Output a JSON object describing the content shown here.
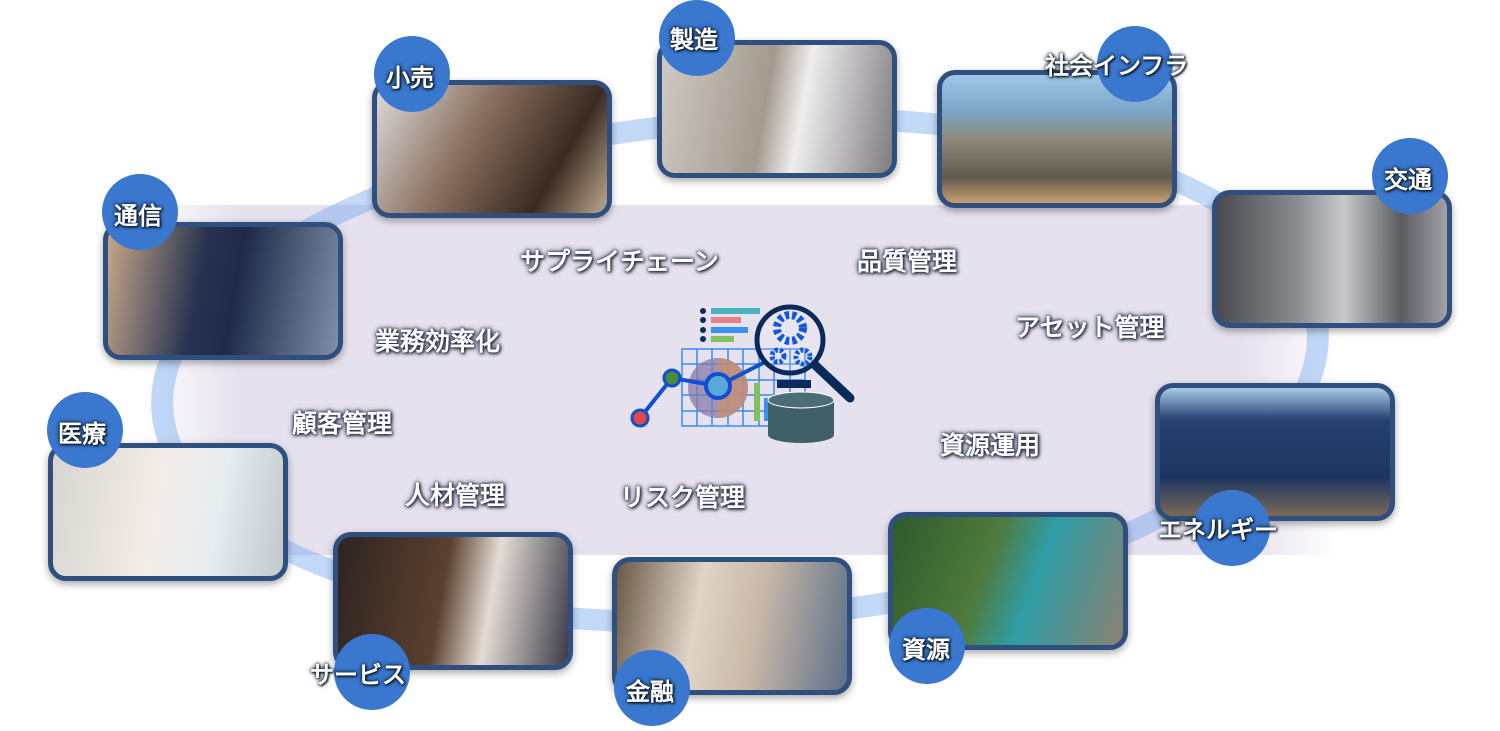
{
  "industries": [
    {
      "label": "小売"
    },
    {
      "label": "製造"
    },
    {
      "label": "社会インフラ"
    },
    {
      "label": "交通"
    },
    {
      "label": "エネルギー"
    },
    {
      "label": "資源"
    },
    {
      "label": "金融"
    },
    {
      "label": "サービス"
    },
    {
      "label": "医療"
    },
    {
      "label": "通信"
    }
  ],
  "keywords": [
    {
      "label": "サプライチェーン"
    },
    {
      "label": "品質管理"
    },
    {
      "label": "業務効率化"
    },
    {
      "label": "アセット管理"
    },
    {
      "label": "顧客管理"
    },
    {
      "label": "資源運用"
    },
    {
      "label": "人材管理"
    },
    {
      "label": "リスク管理"
    }
  ],
  "colors": {
    "accent": "#3a78d0",
    "border": "#2f4f7f",
    "band": "#e6e1ee"
  }
}
